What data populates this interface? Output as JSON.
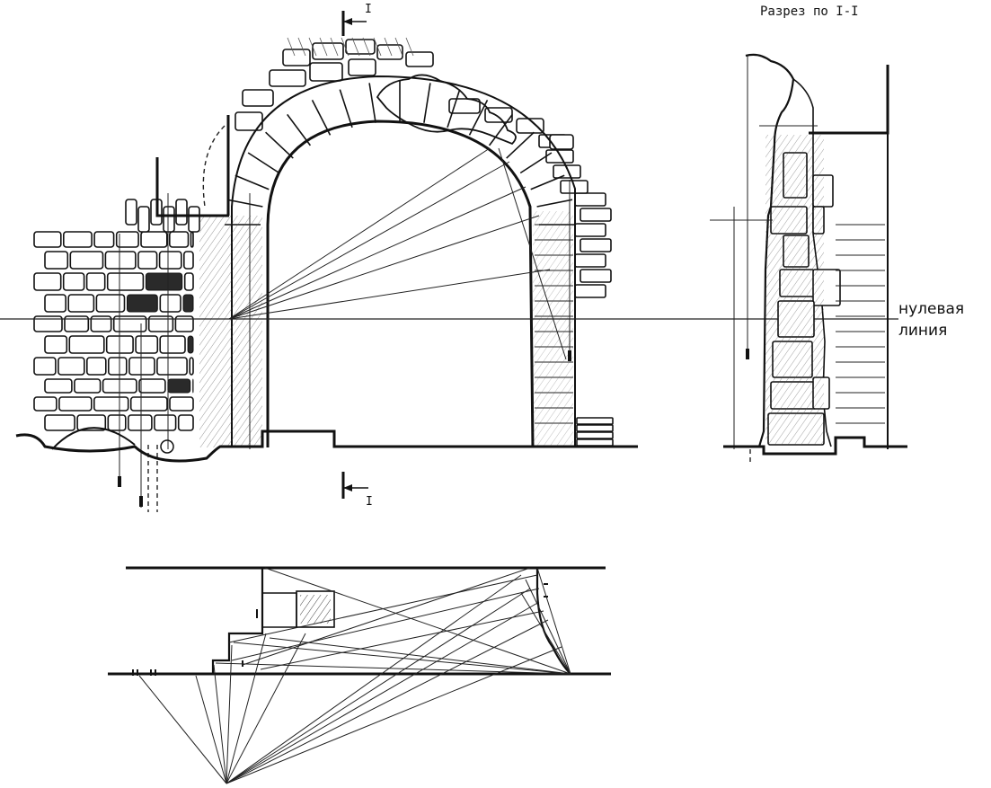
{
  "labels": {
    "section_title": "Разрез по I-I",
    "section_mark_top": "I",
    "section_mark_bottom": "I",
    "zero_line_1": "нулевая",
    "zero_line_2": "линия"
  },
  "colors": {
    "ink": "#111111",
    "paper": "#ffffff"
  }
}
